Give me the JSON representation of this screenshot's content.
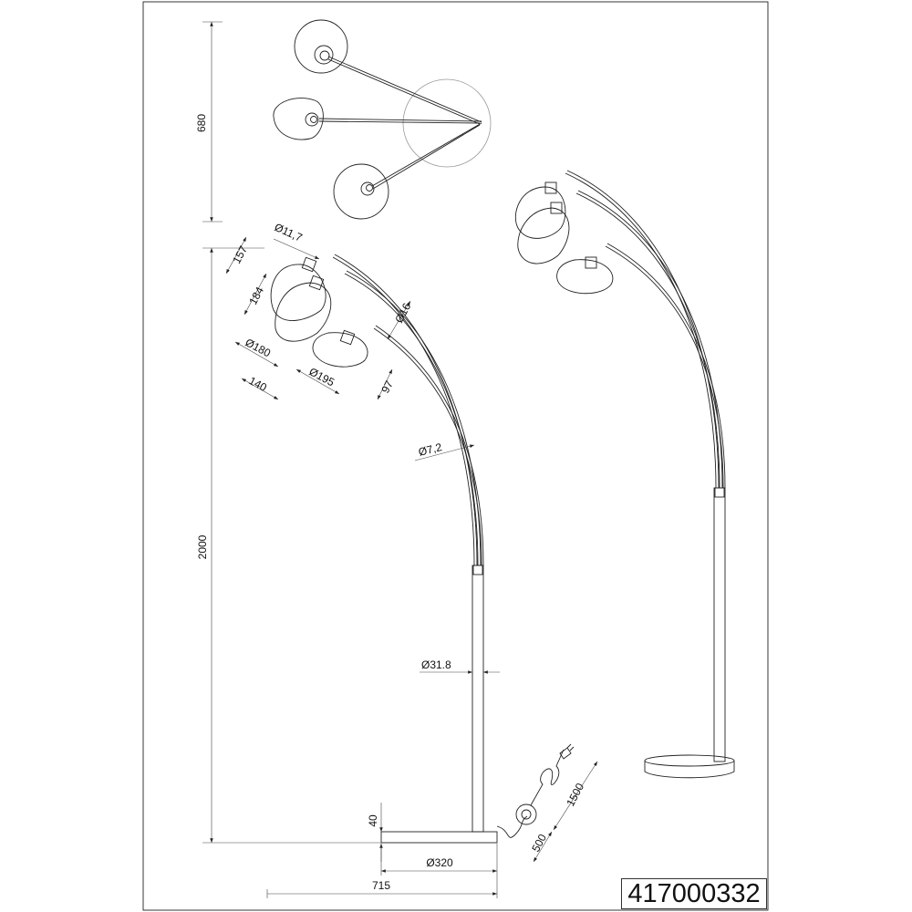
{
  "product_code": "417000332",
  "dimensions": {
    "top_view_depth": "680",
    "total_height": "2000",
    "socket_diameter": "Ø11,7",
    "shade_a_height": "157",
    "shade_b_height": "184",
    "arm_tube_diameter": "Ø16",
    "shade_b_diameter": "Ø180",
    "shade_a_diameter": "140",
    "shade_c_diameter": "Ø195",
    "shade_c_height": "97",
    "arm_diameter": "Ø7,2",
    "pole_diameter": "Ø31.8",
    "base_height": "40",
    "base_diameter": "Ø320",
    "total_width": "715",
    "cable_length_to_plug": "1500",
    "cable_length_to_switch": "500"
  }
}
